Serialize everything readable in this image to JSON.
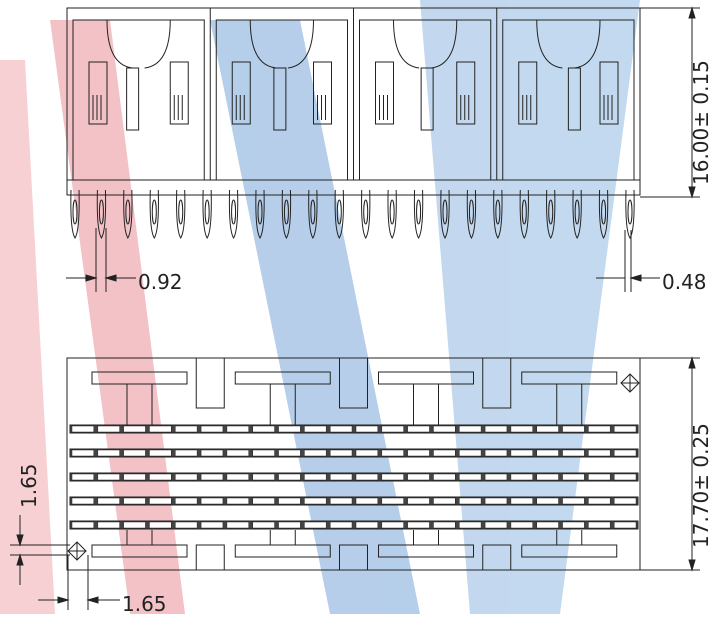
{
  "watermark": {
    "colors": {
      "red": "#e8505b",
      "blue": "#2d6cb5"
    }
  },
  "front_view": {
    "bays": 4,
    "pins": 22,
    "dimensions": {
      "height": "16.00± 0.15",
      "pin_pitch": "0.92",
      "pin_width": "0.48"
    }
  },
  "bottom_view": {
    "bays": 4,
    "rows": 5,
    "columns": 22,
    "dimensions": {
      "height": "17.70± 0.25",
      "row_pitch": "1.65",
      "col_pitch": "1.65"
    }
  },
  "colors": {
    "line": "#222222",
    "background": "#ffffff"
  }
}
